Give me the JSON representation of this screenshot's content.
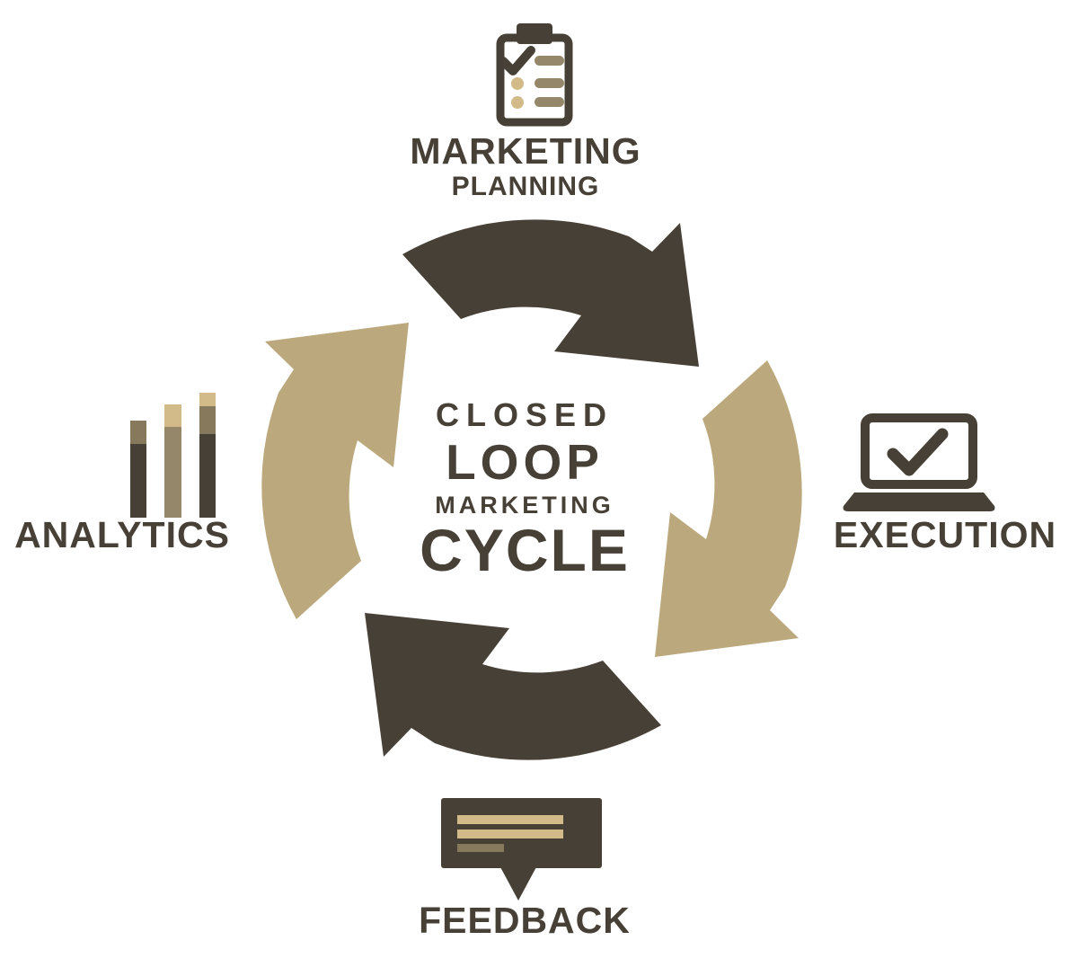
{
  "center": {
    "line1": "CLOSED",
    "line2": "LOOP",
    "line3": "MARKETING",
    "line4": "CYCLE"
  },
  "stages": {
    "top": {
      "label": "MARKETING",
      "sublabel": "PLANNING",
      "icon": "clipboard-checklist-icon"
    },
    "right": {
      "label": "EXECUTION",
      "icon": "laptop-check-icon"
    },
    "bottom": {
      "label": "FEEDBACK",
      "icon": "speech-bubble-icon"
    },
    "left": {
      "label": "ANALYTICS",
      "icon": "bar-chart-icon"
    }
  },
  "cycle": {
    "arrow_count": 4,
    "direction": "clockwise"
  },
  "colors": {
    "dark": "#474036",
    "tan": "#bba87d",
    "tan_light": "#d3bb89",
    "olive": "#95886a",
    "olive_dark": "#86795c",
    "white": "#ffffff"
  }
}
